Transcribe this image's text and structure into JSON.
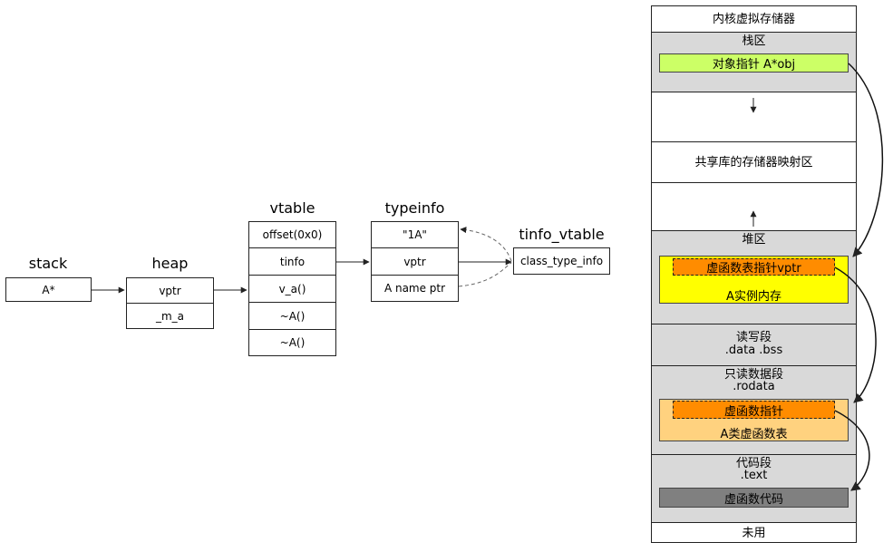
{
  "left": {
    "stack": {
      "title": "stack",
      "cells": [
        "A*"
      ]
    },
    "heap": {
      "title": "heap",
      "cells": [
        "vptr",
        "_m_a"
      ]
    },
    "vtable": {
      "title": "vtable",
      "cells": [
        "offset(0x0)",
        "tinfo",
        "v_a()",
        "~A()",
        "~A()"
      ]
    },
    "typeinfo": {
      "title": "typeinfo",
      "cells": [
        "\"1A\"",
        "vptr",
        "A name ptr"
      ]
    },
    "tinfo_vtable": {
      "title": "tinfo_vtable",
      "cells": [
        "class_type_info"
      ]
    }
  },
  "memory": {
    "title": "内核虚拟存储器",
    "stack_area": {
      "label": "栈区",
      "object_pointer": "对象指针 A*obj"
    },
    "shared_lib": {
      "label": "共享库的存储器映射区"
    },
    "heap_area": {
      "label": "堆区",
      "vptr_box": "虚函数表指针vptr",
      "instance": "A实例内存"
    },
    "rw_segment": {
      "label": "读写段",
      "sub": ".data .bss"
    },
    "ro_segment": {
      "label": "只读数据段",
      "sub": ".rodata",
      "vfunc_ptr": "虚函数指针",
      "vtable_label": "A类虚函数表"
    },
    "code_segment": {
      "label": "代码段",
      "sub": ".text",
      "vfunc_code": "虚函数代码"
    },
    "unused": {
      "label": "未用"
    }
  },
  "colors": {
    "gray": "#d9d9d9",
    "green": "#ccff66",
    "yellow": "#ffff00",
    "orange": "#ff8c00",
    "light_orange": "#ffd27f",
    "dark_gray": "#808080"
  }
}
